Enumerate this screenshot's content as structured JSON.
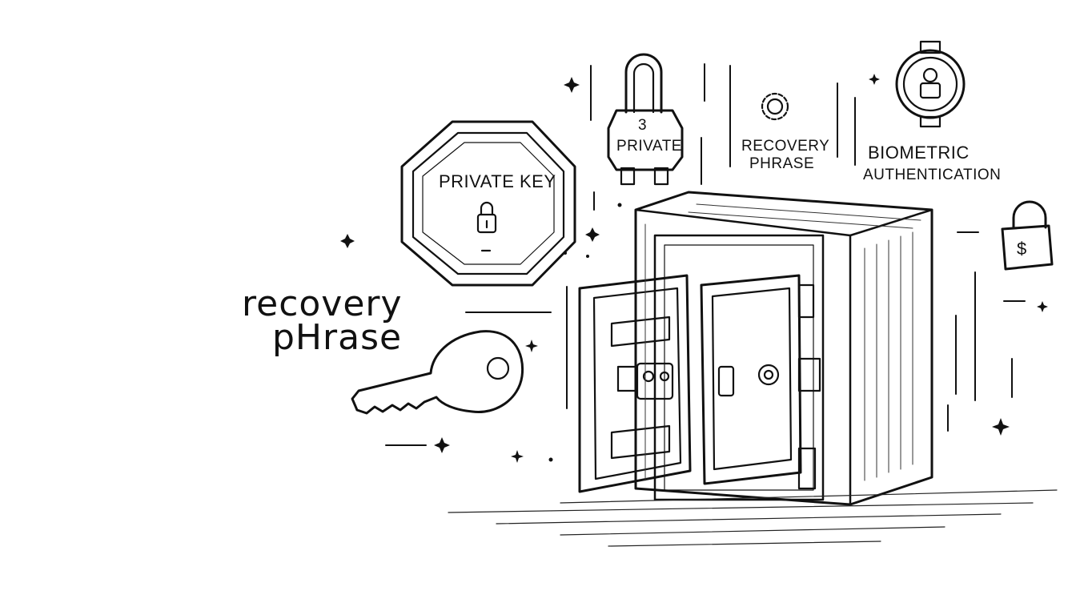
{
  "labels": {
    "private_key_badge": "PRIVATE KEY",
    "padlock_number": "3",
    "padlock_text": "PRIVATE",
    "recovery_phrase_small_line1": "RECOVERY",
    "recovery_phrase_small_line2": "PHRASE",
    "biometric_line1": "BIOMETRIC",
    "biometric_line2": "AUTHENTICATION",
    "recovery_phrase_large_line1": "recovery",
    "recovery_phrase_large_line2": "pHrase",
    "small_lock_symbol": "$"
  },
  "colors": {
    "ink": "#111111",
    "background": "#ffffff"
  },
  "icons": [
    "octagon-badge-icon",
    "padlock-icon",
    "gear-icon",
    "biometric-lock-icon",
    "dollar-padlock-icon",
    "key-icon",
    "safe-icon",
    "sparkle-icon"
  ]
}
